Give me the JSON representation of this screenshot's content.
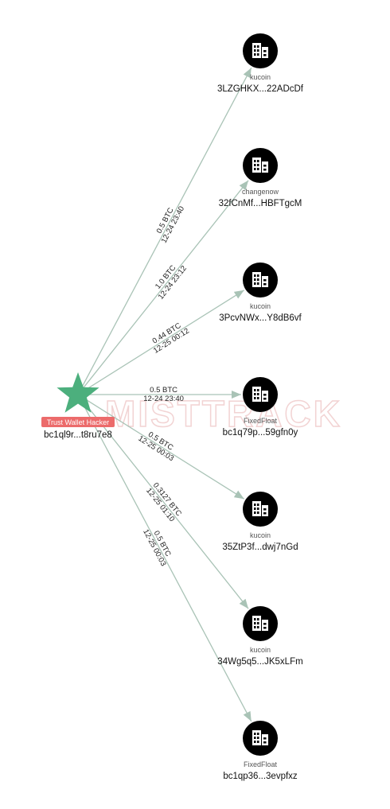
{
  "colors": {
    "edge": "#a9c3b6",
    "star": "#4caf7d",
    "badge": "#ec6b6b",
    "node": "#000000"
  },
  "watermark": "MISTTRACK",
  "source": {
    "tag": "Trust Wallet Hacker",
    "address": "bc1ql9r...t8ru7e8",
    "icon": "star-icon"
  },
  "targets": [
    {
      "exchange": "kucoin",
      "address": "3LZGHKX...22ADcDf",
      "amount": "0.5 BTC",
      "time": "12-24 23:40",
      "icon": "building-icon"
    },
    {
      "exchange": "changenow",
      "address": "32fCnMf...HBFTgcM",
      "amount": "1.0 BTC",
      "time": "12-24 23:12",
      "icon": "building-icon"
    },
    {
      "exchange": "kucoin",
      "address": "3PcvNWx...Y8dB6vf",
      "amount": "0.44 BTC",
      "time": "12-25 00:12",
      "icon": "building-icon"
    },
    {
      "exchange": "FixedFloat",
      "address": "bc1q79p...59gfn0y",
      "amount": "0.5 BTC",
      "time": "12-24 23:40",
      "icon": "building-icon"
    },
    {
      "exchange": "kucoin",
      "address": "35ZtP3f...dwj7nGd",
      "amount": "0.5 BTC",
      "time": "12-25 00:03",
      "icon": "building-icon"
    },
    {
      "exchange": "kucoin",
      "address": "34Wg5q5...JK5xLFm",
      "amount": "0.3127 BTC",
      "time": "12-25 01:10",
      "icon": "building-icon"
    },
    {
      "exchange": "FixedFloat",
      "address": "bc1qp36...3evpfxz",
      "amount": "0.5 BTC",
      "time": "12-25 00:03",
      "icon": "building-icon"
    }
  ]
}
